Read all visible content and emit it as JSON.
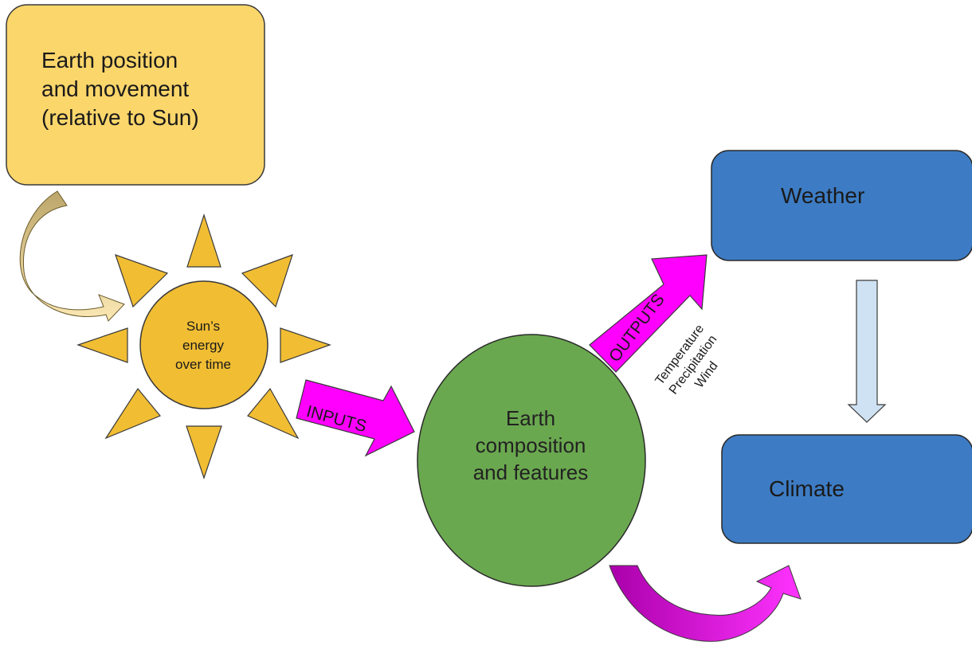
{
  "boxes": {
    "earth_position": {
      "lines": [
        "Earth position",
        "and movement",
        "(relative to Sun)"
      ],
      "color": "#fbd66b"
    },
    "weather": {
      "label": "Weather",
      "color": "#3d7cc4"
    },
    "climate": {
      "label": "Climate",
      "color": "#3d7cc4"
    }
  },
  "sun": {
    "lines": [
      "Sun’s",
      "energy",
      "over time"
    ],
    "color": "#f1bd33"
  },
  "earth": {
    "lines": [
      "Earth",
      "composition",
      "and features"
    ],
    "color": "#6aa84f"
  },
  "arrows": {
    "inputs_label": "INPUTS",
    "outputs_label": "OUTPUTS",
    "outputs_list": [
      "Temperature",
      "Precipitation",
      "Wind"
    ],
    "flow_color": "#ff00ff",
    "down_arrow_color": "#cfe2f3",
    "curve_top_color": "#c9b579",
    "curve_bottom_color": "#dd00dd"
  }
}
